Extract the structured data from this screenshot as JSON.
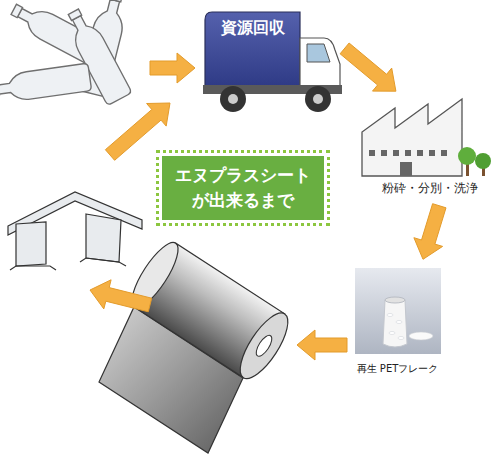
{
  "diagram": {
    "title": "エヌプラスシート が出来るまで",
    "nodes": [
      {
        "text": [
          "資源回収"
        ]
      },
      {
        "text": [
          "粉砕・分別・洗浄"
        ]
      },
      {
        "text": [
          "再生 PETフレーク"
        ]
      }
    ],
    "edges": [
      {
        "from": 0,
        "to": 1,
        "arrow": "to"
      },
      {
        "from": 1,
        "to": 2,
        "arrow": "to"
      }
    ]
  }
}
